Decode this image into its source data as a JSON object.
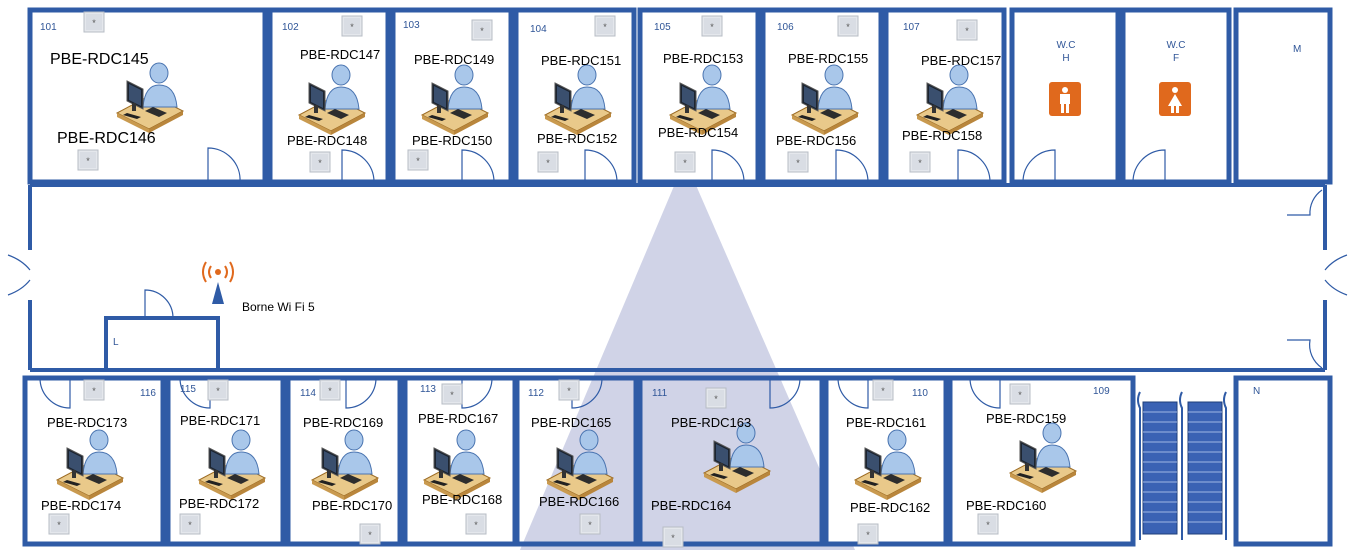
{
  "rooms_top": [
    {
      "number": "101",
      "pcs": [
        "PBE-RDC145",
        "PBE-RDC146"
      ]
    },
    {
      "number": "102",
      "pcs": [
        "PBE-RDC147",
        "PBE-RDC148"
      ]
    },
    {
      "number": "103",
      "pcs": [
        "PBE-RDC149",
        "PBE-RDC150"
      ]
    },
    {
      "number": "104",
      "pcs": [
        "PBE-RDC151",
        "PBE-RDC152"
      ]
    },
    {
      "number": "105",
      "pcs": [
        "PBE-RDC153",
        "PBE-RDC154"
      ]
    },
    {
      "number": "106",
      "pcs": [
        "PBE-RDC155",
        "PBE-RDC156"
      ]
    },
    {
      "number": "107",
      "pcs": [
        "PBE-RDC157",
        "PBE-RDC158"
      ]
    }
  ],
  "rooms_bottom": [
    {
      "number": "116",
      "pcs": [
        "PBE-RDC173",
        "PBE-RDC174"
      ]
    },
    {
      "number": "115",
      "pcs": [
        "PBE-RDC171",
        "PBE-RDC172"
      ]
    },
    {
      "number": "114",
      "pcs": [
        "PBE-RDC169",
        "PBE-RDC170"
      ]
    },
    {
      "number": "113",
      "pcs": [
        "PBE-RDC167",
        "PBE-RDC168"
      ]
    },
    {
      "number": "112",
      "pcs": [
        "PBE-RDC165",
        "PBE-RDC166"
      ]
    },
    {
      "number": "111",
      "pcs": [
        "PBE-RDC163",
        "PBE-RDC164"
      ]
    },
    {
      "number": "110",
      "pcs": [
        "PBE-RDC161",
        "PBE-RDC162"
      ]
    },
    {
      "number": "109",
      "pcs": [
        "PBE-RDC159",
        "PBE-RDC160"
      ]
    }
  ],
  "wc": [
    {
      "line1": "W.C",
      "line2": "H",
      "icon": "man-icon"
    },
    {
      "line1": "W.C",
      "line2": "F",
      "icon": "woman-icon"
    }
  ],
  "service_rooms": {
    "m": "M",
    "n": "N",
    "l": "L"
  },
  "wifi": {
    "label": "Borne Wi Fi 5",
    "icon": "wifi-antenna-icon"
  },
  "colors": {
    "wall": "#2f5ba6",
    "wall_dark": "#1f3f7a",
    "coverage": "#c8cbe3",
    "wc_sign": "#e0691d",
    "room_number": "#2f5597"
  }
}
